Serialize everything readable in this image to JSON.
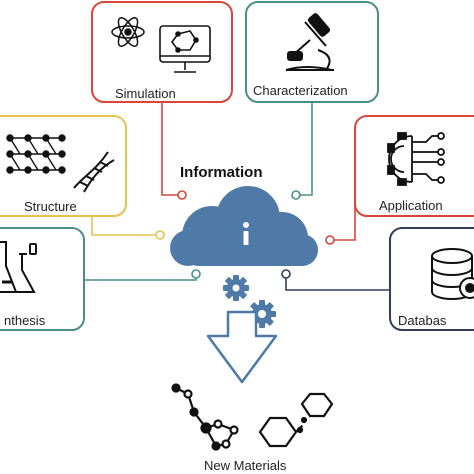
{
  "center": {
    "label": "Information",
    "cloud_color": "#4f7aa8"
  },
  "boxes": {
    "simulation": {
      "label": "Simulation",
      "color": "#d9463a"
    },
    "characterization": {
      "label": "Characterization",
      "color": "#4a8f8c"
    },
    "structure": {
      "label": "Structure",
      "color": "#e6c44c"
    },
    "application": {
      "label": "Application",
      "color": "#d9463a"
    },
    "synthesis": {
      "label": "Synthesis",
      "visible_text": "nthesis",
      "color": "#4a8f8c"
    },
    "database": {
      "label": "Database",
      "visible_text": "Databas",
      "color": "#2f3f5c"
    }
  },
  "output": {
    "label": "New Materials"
  },
  "colors": {
    "connector_dark": "#2f3f5c",
    "gear": "#4f7aa8",
    "icon": "#111111"
  },
  "icons": [
    "atom-icon",
    "monitor-molecule-icon",
    "microscope-icon",
    "lattice-icon",
    "dna-icon",
    "gear-circuit-icon",
    "flask-icon",
    "database-icon",
    "gear-icon",
    "down-arrow-icon"
  ]
}
